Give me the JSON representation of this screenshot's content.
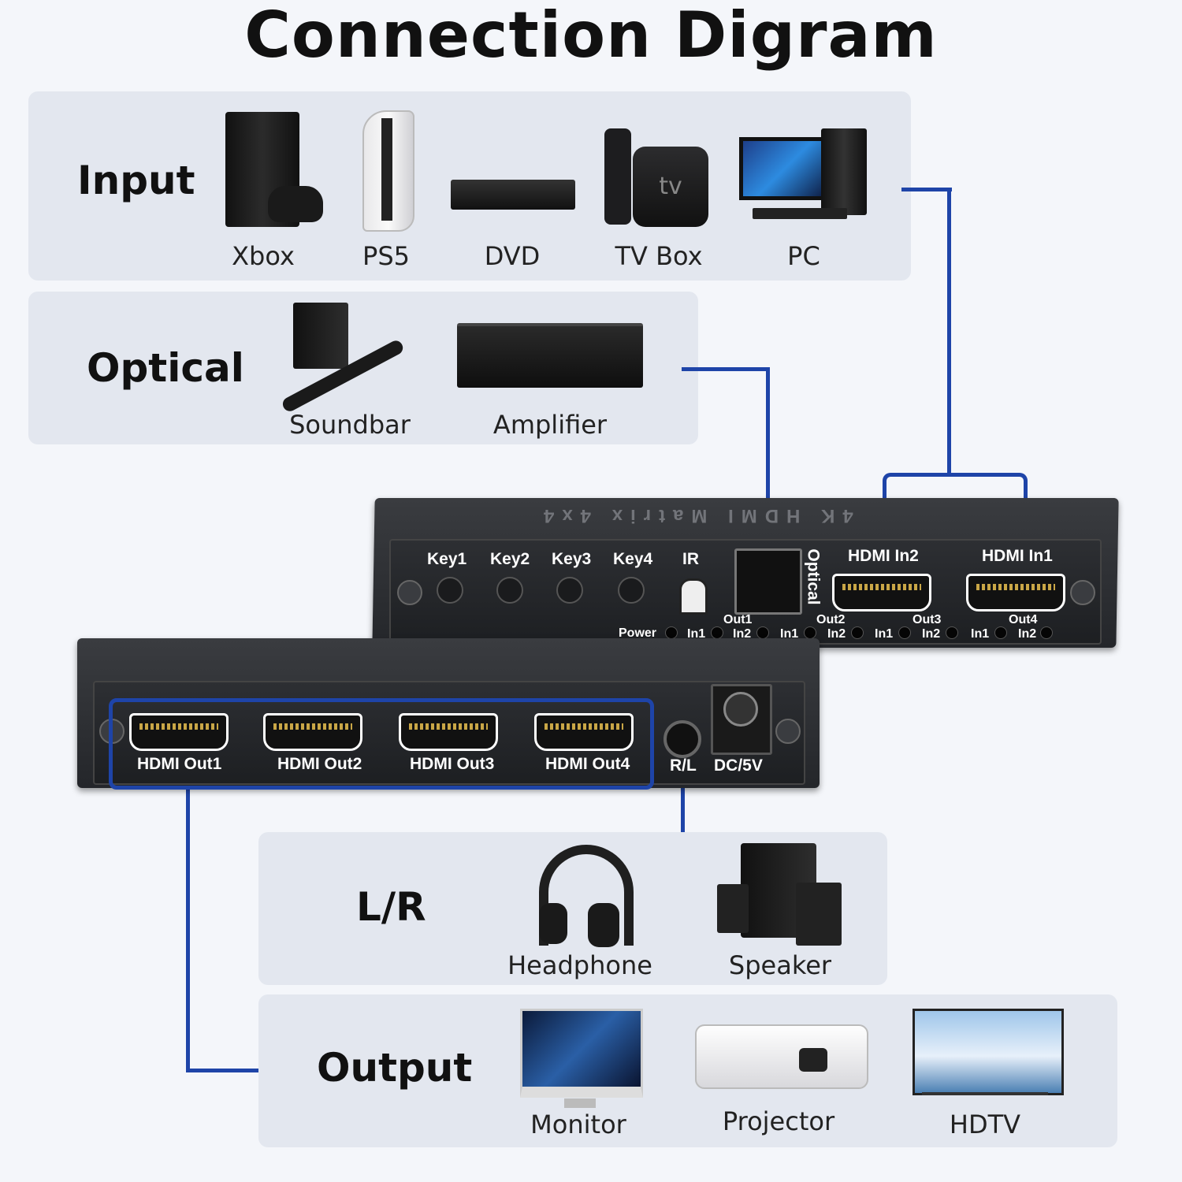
{
  "title": "Connection Digram",
  "sections": {
    "input": {
      "label": "Input",
      "devices": [
        "Xbox",
        "PS5",
        "DVD",
        "TV Box",
        "PC"
      ]
    },
    "optical": {
      "label": "Optical",
      "devices": [
        "Soundbar",
        "Amplifier"
      ]
    },
    "lr": {
      "label": "L/R",
      "devices": [
        "Headphone",
        "Speaker"
      ]
    },
    "output": {
      "label": "Output",
      "devices": [
        "Monitor",
        "Projector",
        "HDTV"
      ]
    }
  },
  "device_back": {
    "top_text": "4K HDMI Matrix 4x4",
    "keys": [
      "Key1",
      "Key2",
      "Key3",
      "Key4"
    ],
    "ir": "IR",
    "optical": "Optical",
    "hdmi_in": [
      "HDMI In2",
      "HDMI In1"
    ],
    "power": "Power",
    "out_groups": [
      "Out1",
      "Out2",
      "Out3",
      "Out4"
    ],
    "in_leds": [
      "In1",
      "In2"
    ]
  },
  "device_front": {
    "hdmi_out": [
      "HDMI Out1",
      "HDMI Out2",
      "HDMI Out3",
      "HDMI Out4"
    ],
    "audio": "R/L",
    "power": "DC/5V"
  },
  "colors": {
    "line": "#1e44a8",
    "panel": "#e3e7ef",
    "device": "#26282c"
  }
}
